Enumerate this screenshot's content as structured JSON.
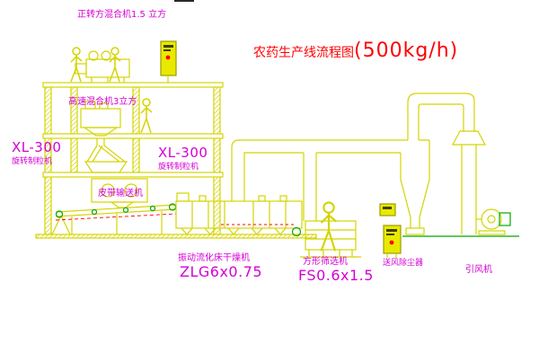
{
  "title": {
    "name_part": "农药生产线流程图",
    "capacity_part": "(500kg/h)"
  },
  "labels": {
    "top_mixer": "正转方混合机1.5 立方",
    "high_speed_mixer": "高速混合机3立方",
    "left_granulator_model": "XL-300",
    "left_granulator_name": "旋转制粒机",
    "center_granulator_model": "XL-300",
    "center_granulator_name": "旋转制粒机",
    "belt_conveyor": "皮带输送机",
    "dryer_name": "振动流化床干燥机",
    "dryer_model": "ZLG6x0.75",
    "sifter_name": "方形筛选机",
    "sifter_model": "FS0.6x1.5",
    "dust_collector": "送风除尘器",
    "induced_draft_fan": "引风机"
  },
  "colors": {
    "background": "#ffffff",
    "line_yellow": "#d4d400",
    "line_green": "#00a800",
    "label_magenta": "#d400d4",
    "title_red": "#ff0000",
    "cabinet_fill": "#e9e900",
    "indicator_red": "#ff0000"
  }
}
